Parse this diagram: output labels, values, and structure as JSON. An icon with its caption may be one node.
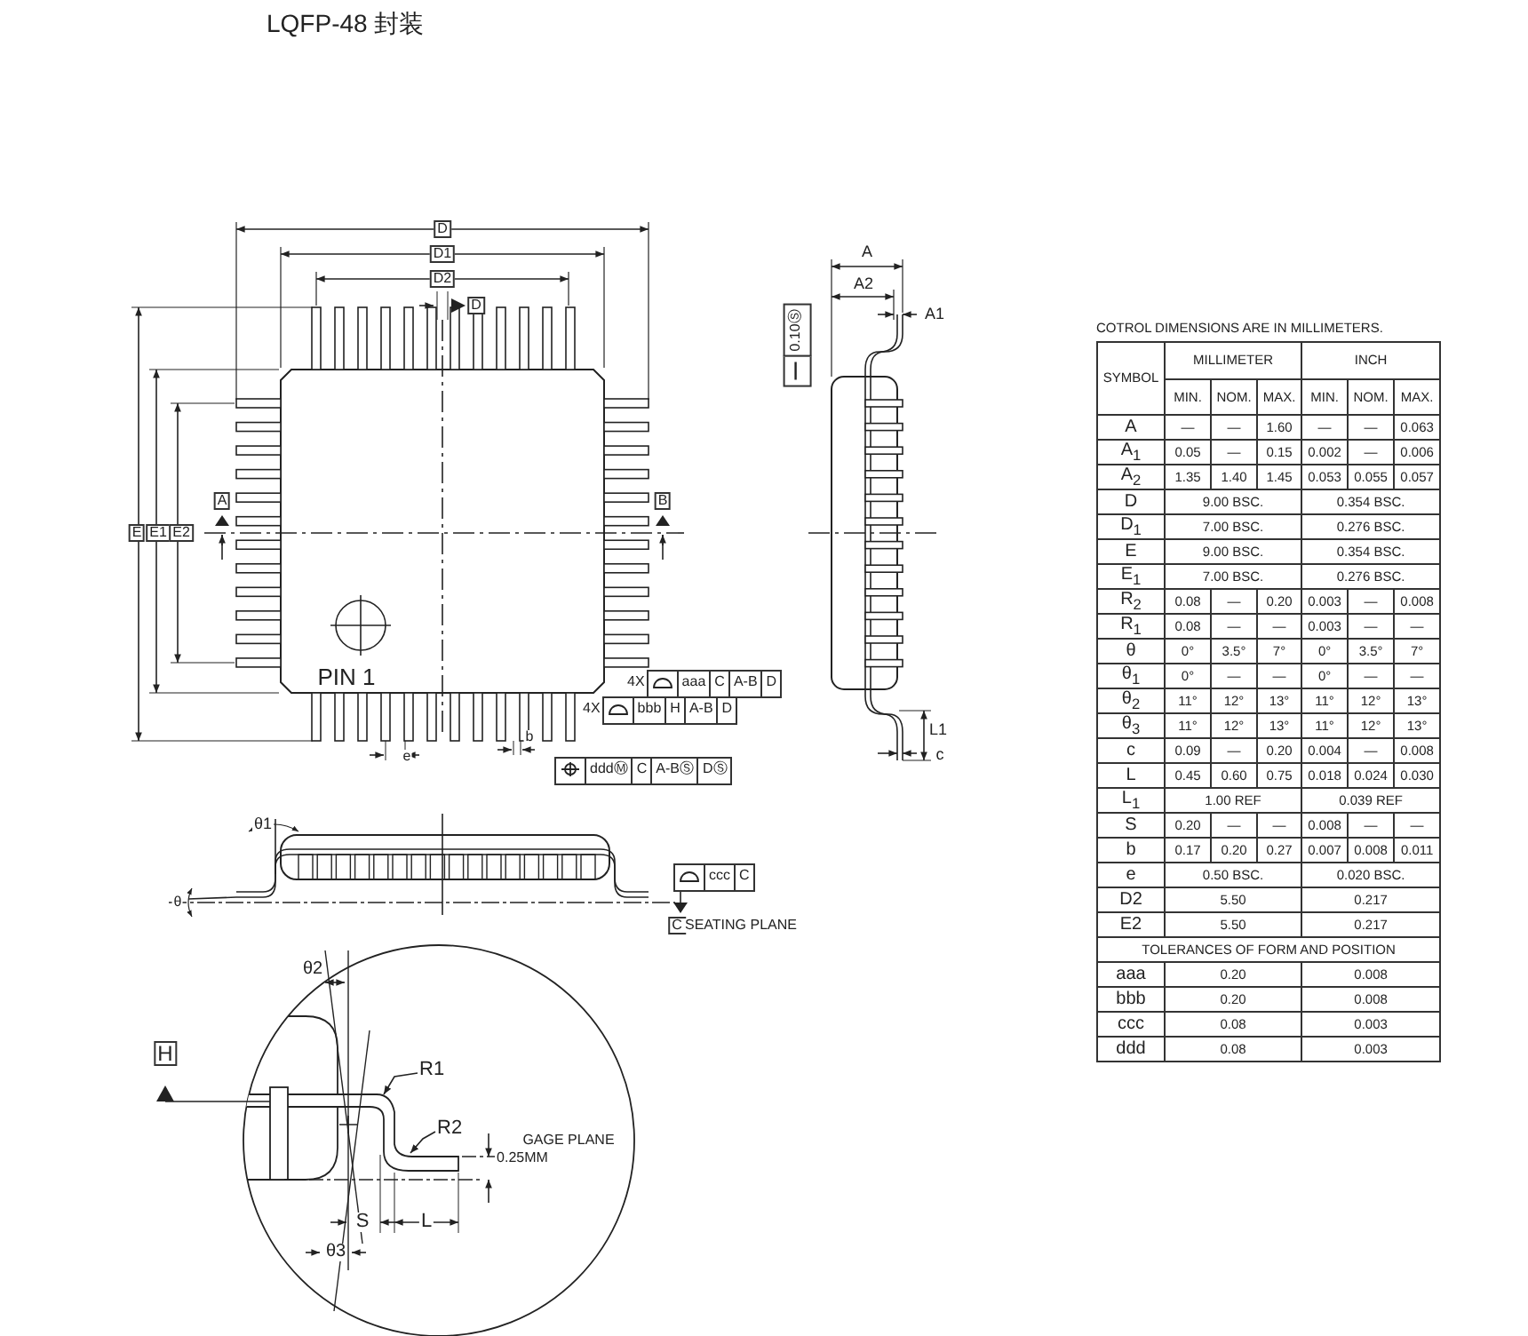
{
  "diagram": {
    "title": "LQFP-48 封装",
    "nodes": [
      {
        "text": [
          "R1"
        ]
      },
      {
        "text": [
          "R2"
        ]
      }
    ],
    "edges": [
      {
        "from": 0,
        "to": null,
        "arrow": "to"
      },
      {
        "from": 1,
        "to": null,
        "arrow": "to"
      }
    ],
    "labels": [
      "D",
      "D1",
      "D2",
      "D",
      "A",
      "B",
      "E",
      "E1",
      "E2",
      "PIN 1",
      "4X",
      "aaa",
      "C",
      "A-B",
      "D",
      "4X",
      "bbb",
      "H",
      "A-B",
      "D",
      "e",
      "b",
      "dddⓂ",
      "C",
      "A-BⓈ",
      "DⓈ",
      "A",
      "A2",
      "A1",
      "0.10Ⓢ",
      "L1",
      "c",
      "θ1",
      "θ",
      "ccc",
      "C",
      "C",
      "SEATING PLANE",
      "θ2",
      "H",
      "0.25MM",
      "GAGE PLANE",
      "S",
      "L",
      "θ3",
      "COTROL DIMENSIONS ARE IN MILLIMETERS.",
      "SYMBOL",
      "MILLIMETER",
      "INCH",
      "MIN.",
      "NOM.",
      "MAX.",
      "MIN.",
      "NOM.",
      "MAX.",
      "A",
      "—",
      "—",
      "1.60",
      "—",
      "—",
      "0.063",
      "A$_{1}$",
      "0.05",
      "—",
      "0.15",
      "0.002",
      "—",
      "0.006",
      "A$_{2}$",
      "1.35",
      "1.40",
      "1.45",
      "0.053",
      "0.055",
      "0.057",
      "D",
      "9.00 BSC.",
      "0.354 BSC.",
      "D$_{1}$",
      "7.00 BSC.",
      "0.276 BSC.",
      "E",
      "9.00 BSC.",
      "0.354 BSC.",
      "E$_{1}$",
      "7.00 BSC.",
      "0.276 BSC.",
      "R$_{2}$",
      "0.08",
      "—",
      "0.20",
      "0.003",
      "—",
      "0.008",
      "R$_{1}$",
      "0.08",
      "—",
      "—",
      "0.003",
      "—",
      "—",
      "θ",
      "0°",
      "3.5°",
      "7°",
      "0°",
      "3.5°",
      "7°",
      "θ$_{1}$",
      "0°",
      "—",
      "—",
      "0°",
      "—",
      "—",
      "θ$_{2}$",
      "11°",
      "12°",
      "13°",
      "11°",
      "12°",
      "13°",
      "θ$_{3}$",
      "11°",
      "12°",
      "13°",
      "11°",
      "12°",
      "13°",
      "c",
      "0.09",
      "—",
      "0.20",
      "0.004",
      "—",
      "0.008",
      "L",
      "0.45",
      "0.60",
      "0.75",
      "0.018",
      "0.024",
      "0.030",
      "L$_{1}$",
      "1.00 REF",
      "0.039 REF",
      "S",
      "0.20",
      "—",
      "—",
      "0.008",
      "—",
      "—",
      "b",
      "0.17",
      "0.20",
      "0.27",
      "0.007",
      "0.008",
      "0.011",
      "e",
      "0.50 BSC.",
      "0.020 BSC.",
      "D2",
      "5.50",
      "0.217",
      "E2",
      "5.50",
      "0.217",
      "TOLERANCES OF FORM AND POSITION",
      "aaa",
      "0.20",
      "0.008",
      "bbb",
      "0.20",
      "0.008",
      "ccc",
      "0.08",
      "0.003",
      "ddd",
      "0.08",
      "0.003"
    ]
  }
}
